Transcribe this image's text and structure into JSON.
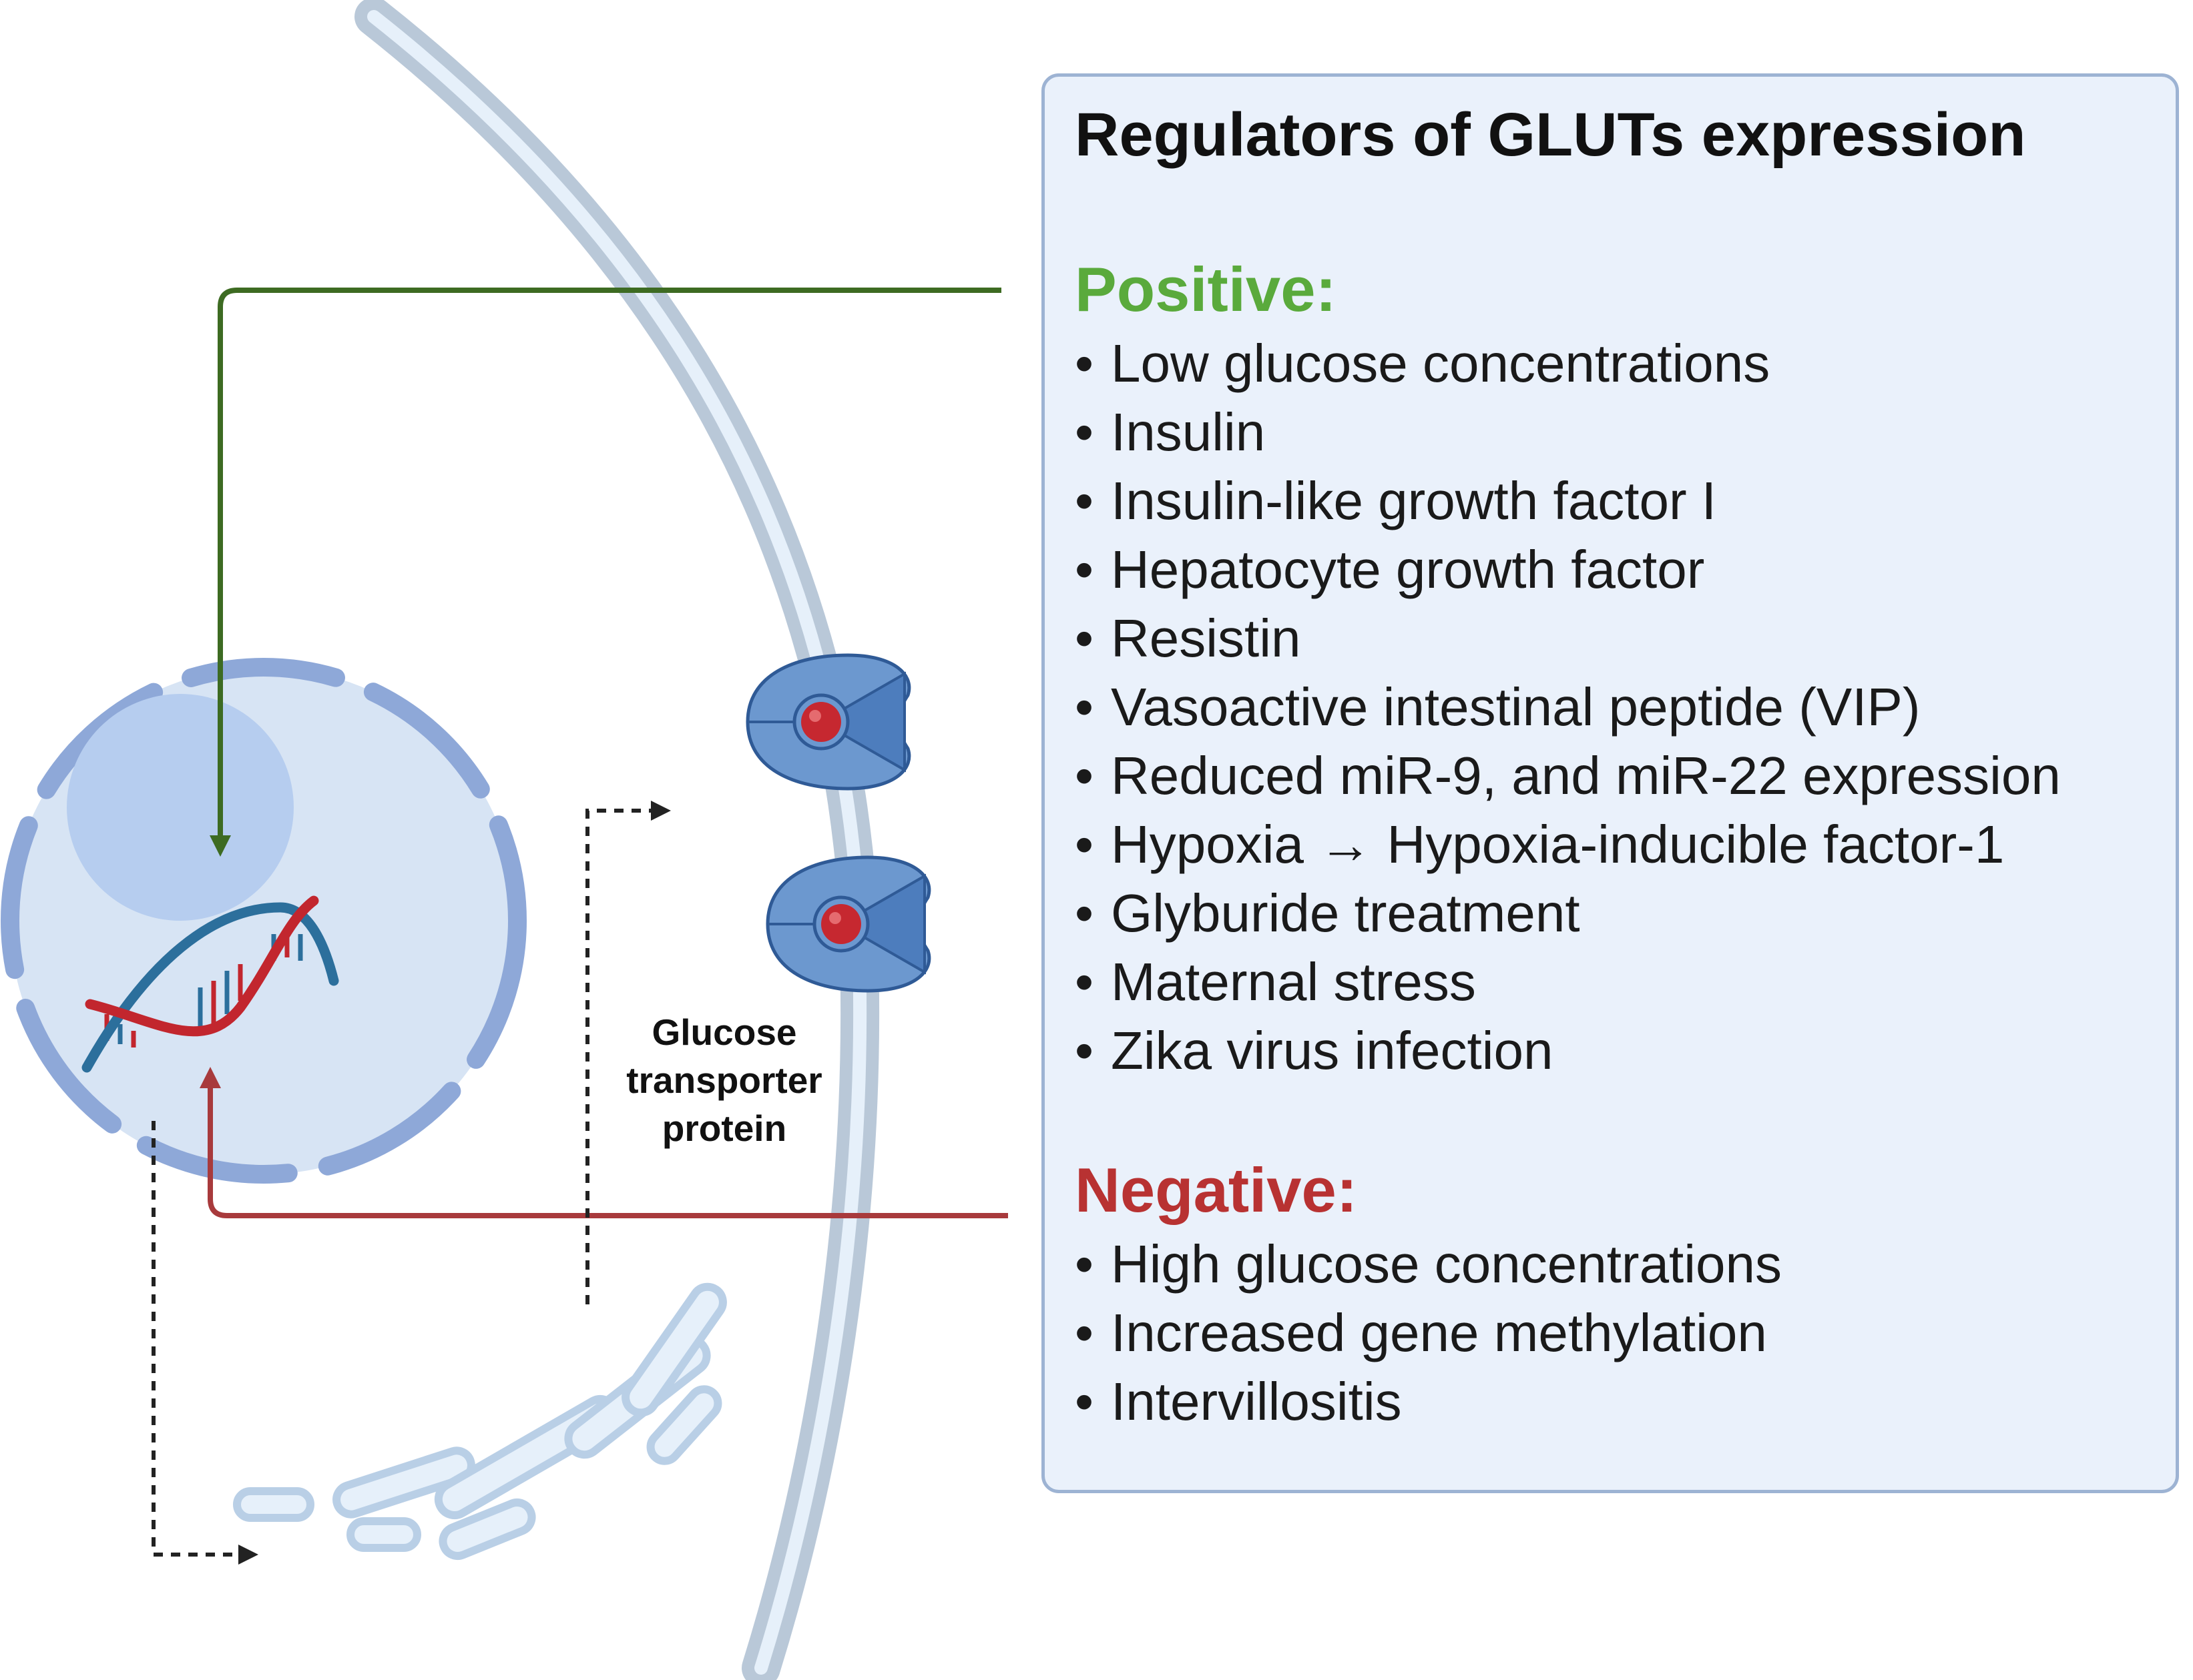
{
  "legend": {
    "title": "Regulators of GLUTs expression",
    "positive": {
      "heading": "Positive:",
      "color": "#5aaa3c",
      "items": [
        "Low glucose concentrations",
        "Insulin",
        "Insulin-like growth factor I",
        "Hepatocyte growth factor",
        "Resistin",
        "Vasoactive intestinal peptide (VIP)",
        "Reduced miR-9, and miR-22 expression",
        "Hypoxia → Hypoxia-inducible factor-1",
        "Glyburide treatment",
        "Maternal stress",
        "Zika virus infection"
      ]
    },
    "negative": {
      "heading": "Negative:",
      "color": "#b83232",
      "items": [
        "High glucose concentrations",
        "Increased gene methylation",
        "Intervillositis"
      ]
    }
  },
  "diagram": {
    "transporter_label_lines": [
      "Glucose",
      "transporter",
      "protein"
    ],
    "colors": {
      "positive_arrow": "#3d6b22",
      "negative_arrow": "#a83a3c",
      "membrane": "#b9c8d8",
      "nucleus": "#d7e4f4",
      "nucleolus": "#b6cdef",
      "transporter": "#6c98cf",
      "glucose": "#c62830",
      "dna_red": "#c2262e",
      "dna_blue": "#2c6f9c"
    }
  }
}
